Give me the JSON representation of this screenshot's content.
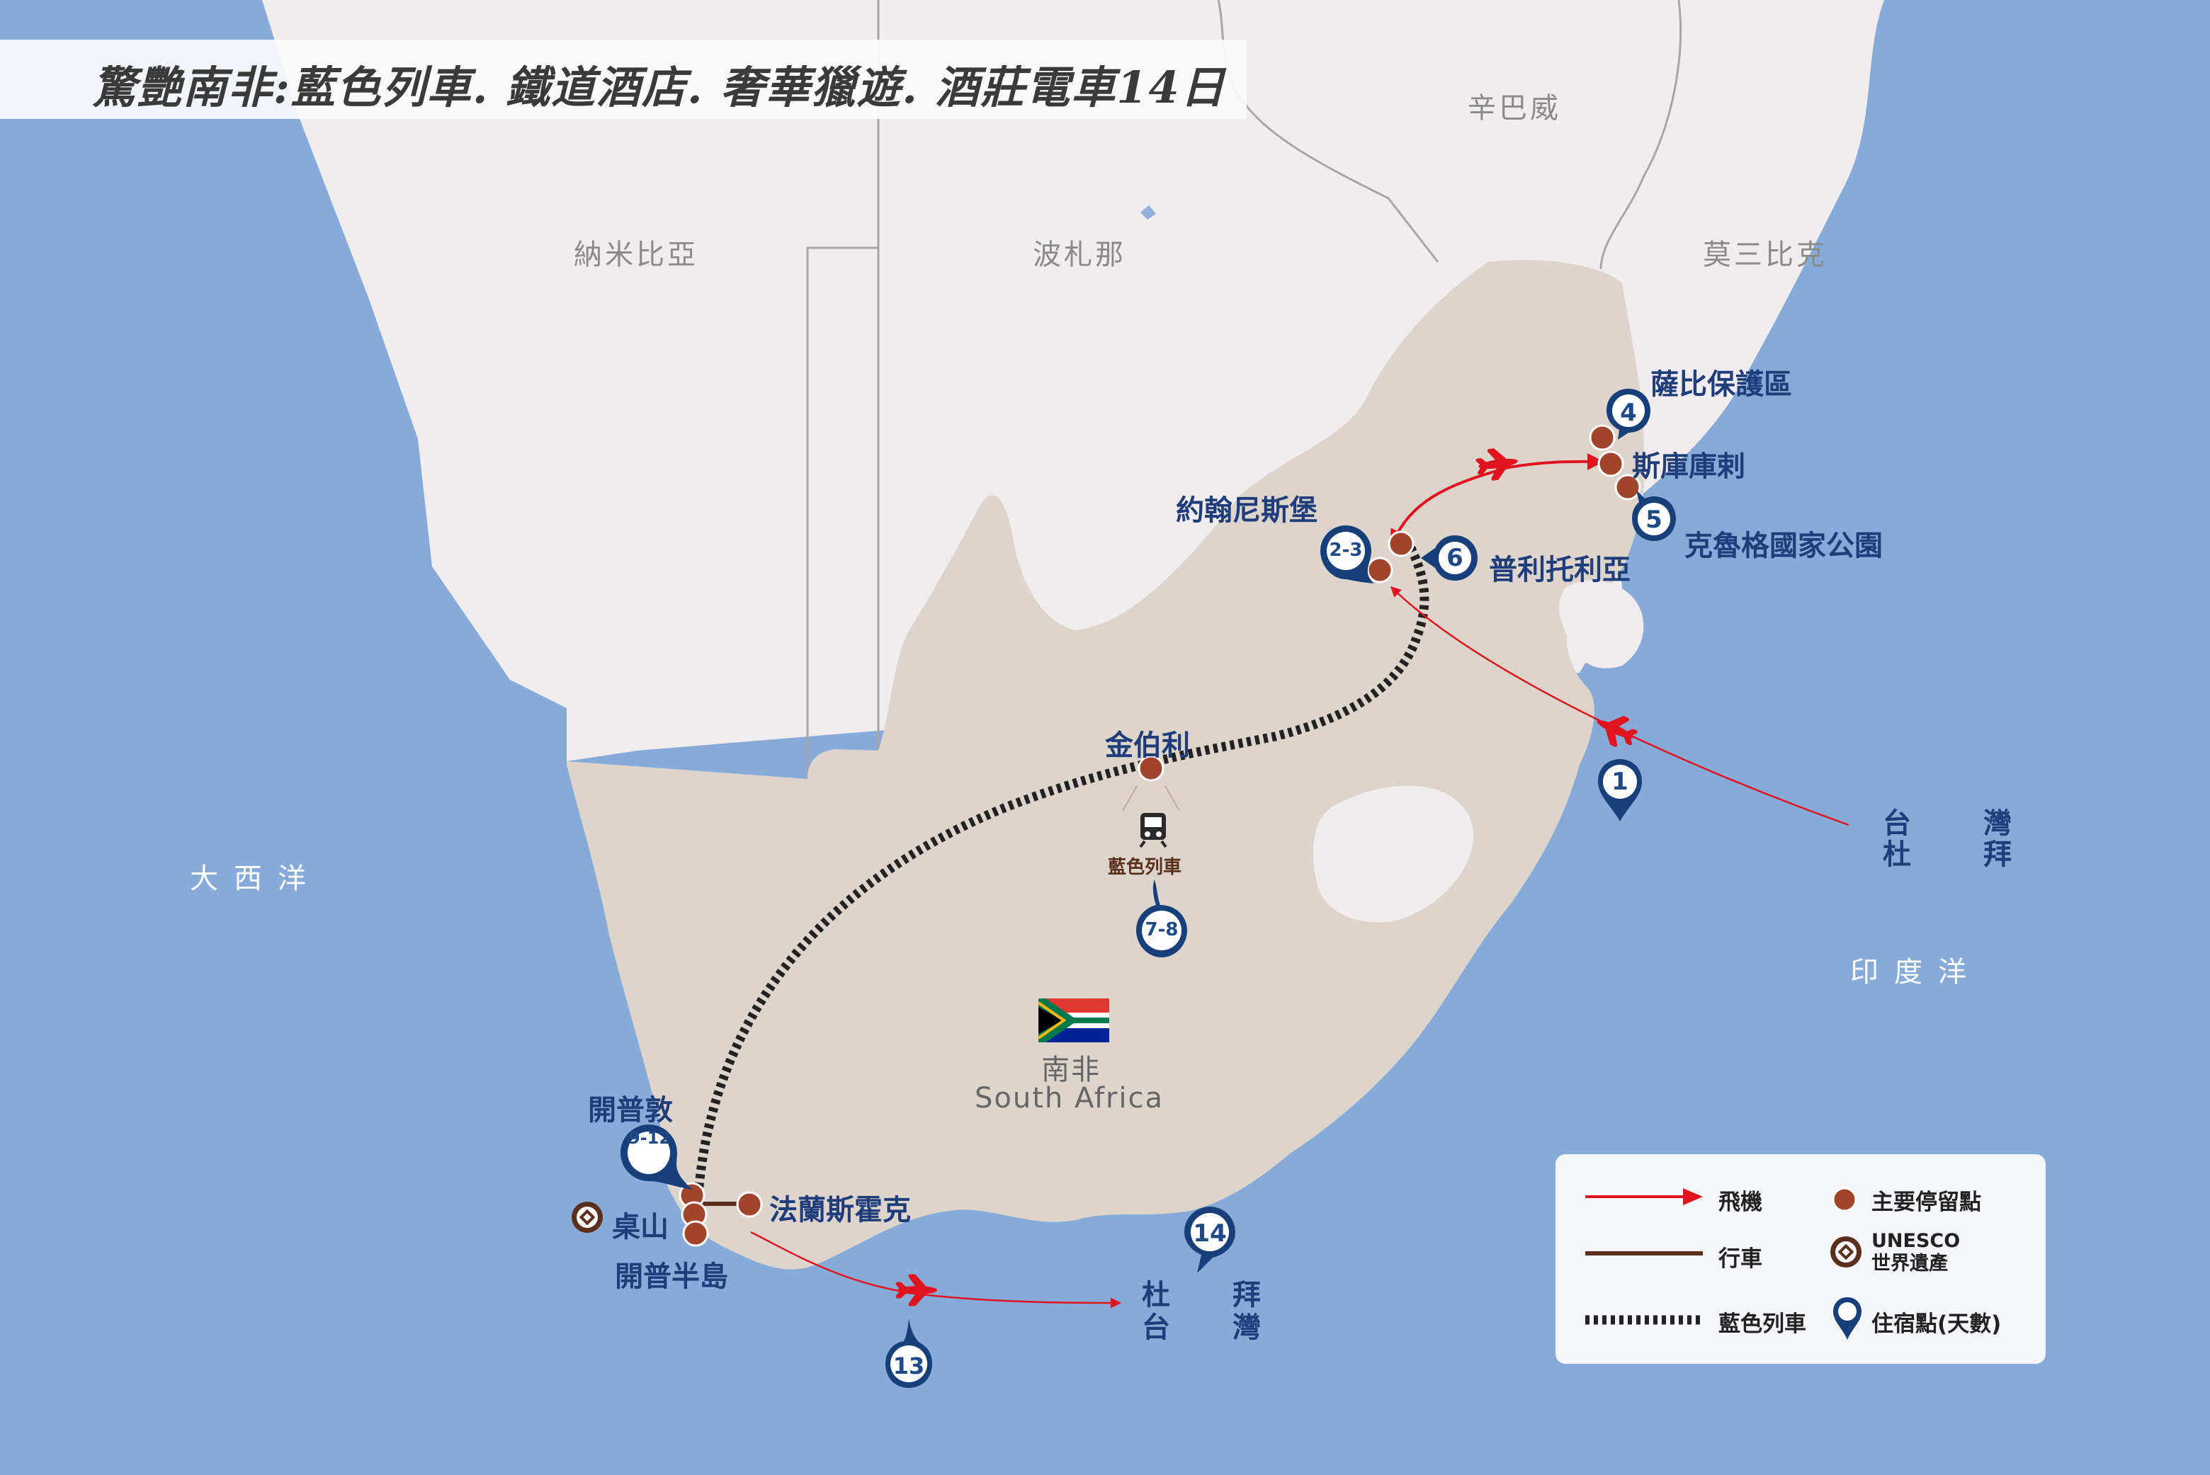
{
  "title": "驚艷南非:藍色列車. 鐵道酒店. 奢華獵遊. 酒莊電車14日",
  "colors": {
    "ocean": "#86abd8",
    "neighbor_land": "#f1ecee",
    "south_africa": "#ddd5cc",
    "flight_line": "#e0141e",
    "drive_line": "#5a2f1c",
    "stop_dot": "#a0452c",
    "pin_blue": "#17407a"
  },
  "countries": {
    "zimbabwe": "辛巴威",
    "namibia": "納米比亞",
    "botswana": "波札那",
    "mozambique": "莫三比克"
  },
  "oceans": {
    "atlantic": "大西洋",
    "indian": "印度洋"
  },
  "south_africa": {
    "name_zh": "南非",
    "name_en": "South Africa"
  },
  "cities": {
    "sabi_sand": "薩比保護區",
    "skukuza": "斯庫庫剌",
    "kruger": "克魯格國家公園",
    "johannesburg": "約翰尼斯堡",
    "pretoria": "普利托利亞",
    "kimberley": "金伯利",
    "cape_town": "開普敦",
    "table_mountain": "桌山",
    "franschhoek": "法蘭斯霍克",
    "cape_peninsula": "開普半島"
  },
  "blue_train_label": "藍色列車",
  "origin_labels": {
    "inbound": {
      "top_left": "台",
      "top_right": "灣",
      "bottom_left": "杜",
      "bottom_right": "拜"
    },
    "outbound": {
      "top_left": "杜",
      "top_right": "拜",
      "bottom_left": "台",
      "bottom_right": "灣"
    }
  },
  "day_pins": [
    "1",
    "2-3",
    "4",
    "5",
    "6",
    "7-8",
    "9-12",
    "13",
    "14"
  ],
  "legend": {
    "flight": "飛機",
    "stop": "主要停留點",
    "drive": "行車",
    "unesco_line1": "UNESCO",
    "unesco_line2": "世界遺產",
    "blue_train": "藍色列車",
    "stay": "住宿點(天數)"
  }
}
